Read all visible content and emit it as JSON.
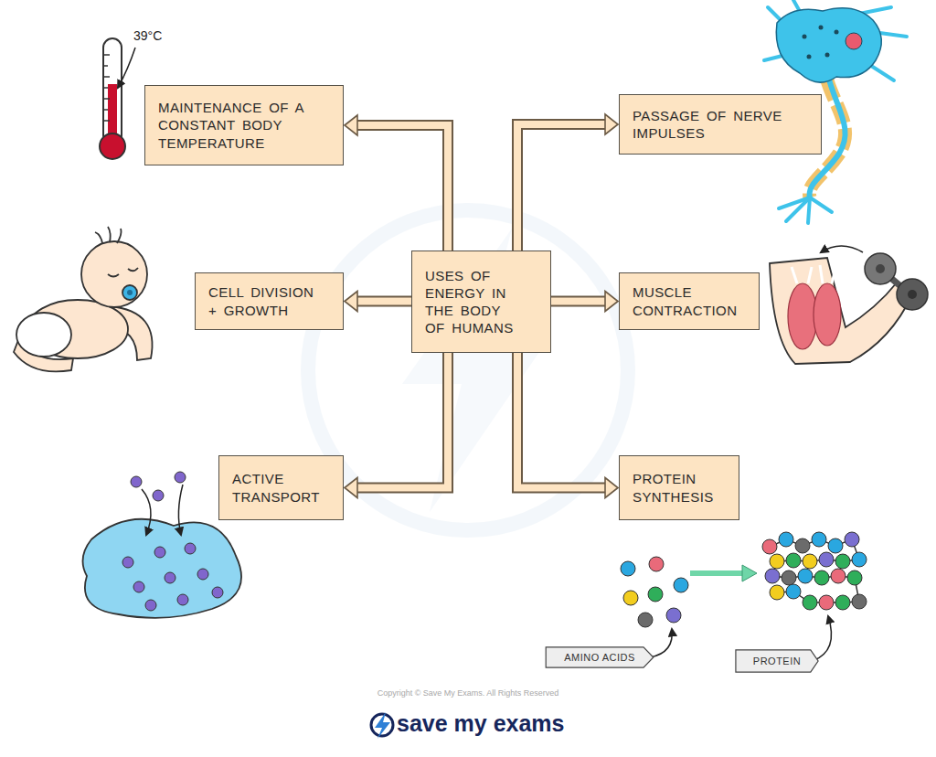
{
  "diagram": {
    "nodes": [
      {
        "text": [
          "MAINTENANCE OF A CONSTANT BODY TEMPERATURE"
        ]
      },
      {
        "text": [
          "PASSAGE OF NERVE IMPULSES"
        ]
      },
      {
        "text": [
          "CELL DIVISION + GROWTH"
        ]
      },
      {
        "text": [
          "USES OF ENERGY IN THE BODY OF HUMANS"
        ]
      },
      {
        "text": [
          "MUSCLE CONTRACTION"
        ]
      },
      {
        "text": [
          "ACTIVE TRANSPORT"
        ]
      },
      {
        "text": [
          "PROTEIN SYNTHESIS"
        ]
      },
      {
        "text": [
          "AMINO ACIDS"
        ]
      },
      {
        "text": [
          "PROTEIN"
        ]
      }
    ],
    "edges": [
      {
        "from": 3,
        "to": 0,
        "arrow": "to"
      },
      {
        "from": 3,
        "to": 1,
        "arrow": "to"
      },
      {
        "from": 3,
        "to": 2,
        "arrow": "to"
      },
      {
        "from": 3,
        "to": 4,
        "arrow": "to"
      },
      {
        "from": 3,
        "to": 5,
        "arrow": "to"
      },
      {
        "from": 3,
        "to": 6,
        "arrow": "to"
      }
    ],
    "labels": [
      "39°C",
      "Copyright © Save My Exams. All Rights Reserved",
      "save my exams"
    ]
  }
}
